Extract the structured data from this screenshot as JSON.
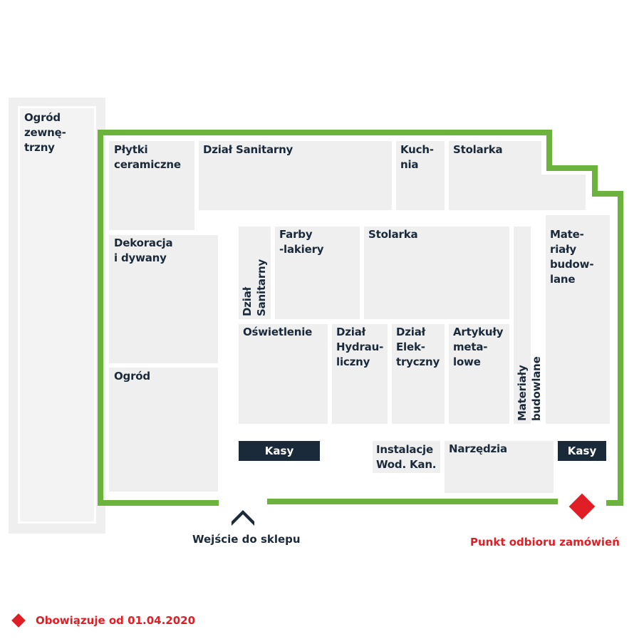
{
  "colors": {
    "wall": "#6bb33c",
    "zone": "#efefef",
    "text": "#1b2a3a",
    "accent": "#e01e26"
  },
  "zones": {
    "ogrod_zew": "Ogród\nzewnę-\ntrzny",
    "plytki": "Płytki\nceramiczne",
    "sanitarny_top": "Dział Sanitarny",
    "kuchnia": "Kuch-\nnia",
    "stolarka_top": "Stolarka",
    "dekoracja": "Dekoracja\ni dywany",
    "ogrod": "Ogród",
    "sanitarny_vert": "Dział\nSanitarny",
    "farby": "Farby\n-lakiery",
    "stolarka_mid": "Stolarka",
    "materialy_vert": "Materiały budowlane",
    "materialy_right": "Mate-\nriały\nbudow-\nlane",
    "oswietlenie": "Oświetlenie",
    "hydraulika": "Dział\nHydrau-\nliczny",
    "elektryczny": "Dział\nElek-\ntryczny",
    "metalowe": "Artykuły\nmeta-\nlowe",
    "instalacje": "Instalacje\nWod. Kan.",
    "narzedzia": "Narzędzia"
  },
  "kasy": {
    "left": "Kasy",
    "right": "Kasy"
  },
  "entrance": {
    "label": "Wejście do sklepu",
    "icon": "entrance-chevron-icon"
  },
  "pickup": {
    "label": "Punkt odbioru zamówień",
    "icon": "red-diamond-icon"
  },
  "legend": {
    "label": "Obowiązuje od 01.04.2020",
    "icon": "red-diamond-icon"
  }
}
